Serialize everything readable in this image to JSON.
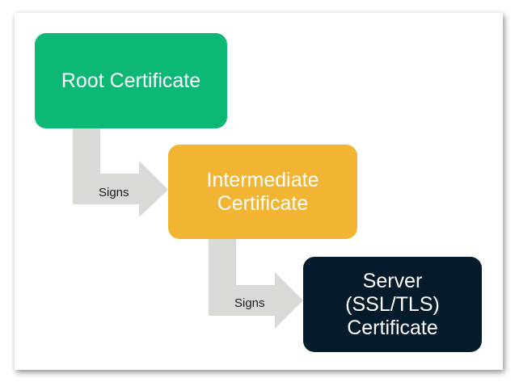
{
  "diagram": {
    "nodes": [
      {
        "id": "root",
        "label": "Root Certificate",
        "color": "#0db776"
      },
      {
        "id": "intermediate",
        "label": "Intermediate\nCertificate",
        "color": "#f1b433"
      },
      {
        "id": "server",
        "label": "Server\n(SSL/TLS)\nCertificate",
        "color": "#041b2c"
      }
    ],
    "edges": [
      {
        "from": "root",
        "to": "intermediate",
        "label": "Signs"
      },
      {
        "from": "intermediate",
        "to": "server",
        "label": "Signs"
      }
    ],
    "arrow_color": "#d9d9d6"
  }
}
